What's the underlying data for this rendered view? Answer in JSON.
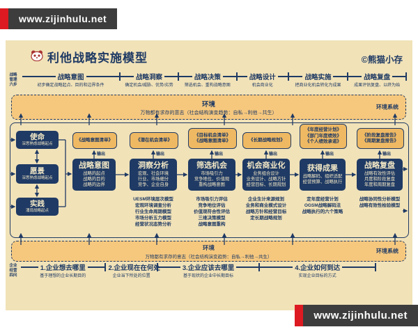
{
  "watermark": {
    "text": "www.zijinhulu.net"
  },
  "header": {
    "title": "利他战略实施模型",
    "credit": "©熊猫小存"
  },
  "top_timeline": {
    "side_label": [
      "战略",
      "管理",
      "六步"
    ],
    "stages": [
      {
        "name": "战略意图",
        "desc": "初步确定战略起点、目的和边界条件"
      },
      {
        "name": "战略洞察",
        "desc": "确定机会/威胁、优势/劣势"
      },
      {
        "name": "战略决策",
        "desc": "筛选机会、重构战略意图"
      },
      {
        "name": "战略设计",
        "desc": "机会商业化"
      },
      {
        "name": "战略实施",
        "desc": "把商业化机会转化为成果"
      },
      {
        "name": "战略复盘",
        "desc": "成果评估复盘、以终为始"
      }
    ]
  },
  "env": {
    "title": "环境",
    "subtitle": "万物都有求存的意志（社会结构演变趋势：自私→利他→共生）",
    "system": "环境系统"
  },
  "flow": {
    "output_label": "输出",
    "left_column": [
      {
        "title": "使命",
        "desc": "深思熟虑战略起点"
      },
      {
        "title": "愿景",
        "desc": "深思熟虑战略起点"
      },
      {
        "title": "实践",
        "desc": "涌现战略起点"
      }
    ],
    "steps": [
      {
        "title": "战略意图",
        "lines": [
          "战略的起点",
          "战略的目的",
          "战略的边界"
        ],
        "outputs": [
          "《战略意图清单》"
        ],
        "methods": []
      },
      {
        "title": "洞察分析",
        "lines": [
          "宏观、社会环境",
          "行业、市场细分",
          "竞争、企业自身"
        ],
        "outputs": [
          "《潜在机会清单》"
        ],
        "methods": [
          "UESM环境层次模型",
          "宏观环境调查分析",
          "行业生命周期模型",
          "市场分析五力模型",
          "经营状况态势分析"
        ]
      },
      {
        "title": "筛选机会",
        "lines": [
          "市场吸引力",
          "竞争地位、价值观",
          "重构战略意图"
        ],
        "outputs": [
          "《目标机会清单》",
          "《战略意图清单》"
        ],
        "methods": [
          "市场吸引力评估",
          "竞争地位评估",
          "价值观符合性评估",
          "三维决策模型",
          "战略意图重构"
        ]
      },
      {
        "title": "机会商业化",
        "lines": [
          "业务组合设计",
          "业务设计、战略方针",
          "经营目标、长期规划"
        ],
        "outputs": [
          "《长期战略规划》"
        ],
        "methods": [
          "企业生计来源规划",
          "业务和商业模式设计",
          "战略方针和经营目标",
          "定长期战略规划"
        ]
      },
      {
        "title": "获得成果",
        "lines": [
          "战略解码、组织适配",
          "经营预算、战略执行"
        ],
        "outputs": [
          "《年度经营计划》",
          "《部门年度绩效》",
          "《个人绩效承诺》"
        ],
        "methods": [
          "定年度经营计划",
          "OGSM战略解码法",
          "战略执行的六个策略"
        ]
      },
      {
        "title": "战略复盘",
        "lines": [
          "战略有效性评估",
          "月度和阶段复盘",
          "年度和周期复盘"
        ],
        "outputs": [
          "《阶段复盘报告》",
          "《周期复盘报告》"
        ],
        "methods": [
          "战略协同性分析模型",
          "战略有效性检验模型"
        ]
      }
    ]
  },
  "bottom_timeline": {
    "side_label": [
      "企业",
      "经营",
      "四问"
    ],
    "questions": [
      {
        "name": "1.企业想去哪里",
        "desc": "基于理想的企业长期目的"
      },
      {
        "name": "2.企业现在在何处",
        "desc": "企业当下所处的位置"
      },
      {
        "name": "3.企业应该去哪里",
        "desc": "基于现状的企业中长期目标"
      },
      {
        "name": "4.企业如何到达",
        "desc": "实现企业目标的方式"
      }
    ]
  },
  "colors": {
    "navy": "#1f3a64",
    "canvas": "#f1e2b8",
    "band": "#f6c87e",
    "output_box": "#efb963",
    "watermark_red": "#dd1a21",
    "watermark_gray": "#3d3d3d"
  }
}
